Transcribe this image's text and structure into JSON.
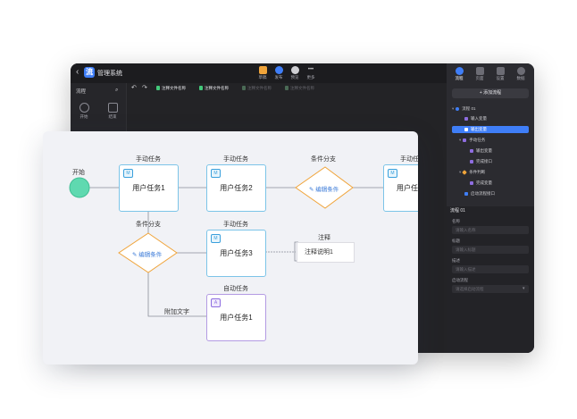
{
  "app": {
    "back_glyph": "‹",
    "logo_glyph": "流",
    "title": "管理系统",
    "toolbar": [
      {
        "label": "草稿",
        "icon": "draft-icon",
        "color": "#f0a43a"
      },
      {
        "label": "发布",
        "icon": "cloud-icon",
        "color": "#3f7ef7"
      },
      {
        "label": "预览",
        "icon": "preview-icon",
        "color": "#cfcfd3"
      },
      {
        "label": "更多",
        "icon": "more-icon",
        "color": "#cfcfd3"
      }
    ],
    "more_glyph": "•••"
  },
  "left_panel": {
    "title": "流程",
    "search_glyph": "⌕",
    "items": [
      {
        "label": "开始",
        "icon": "circle-icon"
      },
      {
        "label": "结束",
        "icon": "square-icon"
      }
    ]
  },
  "file_tabs": {
    "undo_glyph": "↶",
    "redo_glyph": "↷",
    "tabs": [
      {
        "label": "注释文件名称",
        "active": true
      },
      {
        "label": "注释文件名称",
        "active": true
      },
      {
        "label": "注释文件名称",
        "active": false
      },
      {
        "label": "注释文件名称",
        "active": false
      }
    ]
  },
  "right_panel": {
    "tabs": [
      {
        "label": "流程",
        "active": true
      },
      {
        "label": "页面",
        "active": false
      },
      {
        "label": "设置",
        "active": false
      },
      {
        "label": "数据",
        "active": false
      }
    ],
    "add_button": "+ 添加流程",
    "tree": [
      {
        "label": "流程 01",
        "color": "#3f7ef7",
        "selected": false,
        "indent": 0
      },
      {
        "label": "输入变量",
        "color": "#8e6de0",
        "selected": false,
        "indent": 1
      },
      {
        "label": "输出变量",
        "color": "#8e6de0",
        "selected": true,
        "indent": 1
      },
      {
        "label": "手动任务",
        "color": "#8e6de0",
        "selected": false,
        "indent": 1
      },
      {
        "label": "输出变量",
        "color": "#8e6de0",
        "selected": false,
        "indent": 2
      },
      {
        "label": "完成接口",
        "color": "#8e6de0",
        "selected": false,
        "indent": 2
      },
      {
        "label": "条件判断",
        "color": "#f0a43a",
        "selected": false,
        "indent": 1
      },
      {
        "label": "完成变量",
        "color": "#8e6de0",
        "selected": false,
        "indent": 2
      },
      {
        "label": "启动流程接口",
        "color": "#3f7ef7",
        "selected": false,
        "indent": 1
      }
    ],
    "props": {
      "header": "流程 01",
      "fields": [
        {
          "label": "名称",
          "placeholder": "请输入名称"
        },
        {
          "label": "标题",
          "placeholder": "请输入标题"
        },
        {
          "label": "描述",
          "placeholder": "请输入描述"
        },
        {
          "label": "启动流程",
          "placeholder": "请选择启动流程"
        }
      ]
    }
  },
  "canvas": {
    "start_label": "开始",
    "nodes": [
      {
        "caption": "手动任务",
        "title": "用户任务1",
        "badge": "M"
      },
      {
        "caption": "手动任务",
        "title": "用户任务2",
        "badge": "M"
      },
      {
        "caption": "手动任务",
        "title": "用户任务3",
        "badge": "M"
      },
      {
        "caption": "自动任务",
        "title": "用户任务1",
        "badge": "A"
      },
      {
        "caption": "手动任",
        "title": "用户任",
        "badge": "M"
      }
    ],
    "conditions": [
      {
        "caption": "条件分支",
        "label": "编辑条件"
      },
      {
        "caption": "条件分支",
        "label": "编辑条件"
      }
    ],
    "edit_glyph": "✎",
    "annotation": {
      "caption": "注释",
      "text": "注释说明1"
    },
    "edge_label": "附加文字",
    "colors": {
      "start": "#5fd9b0",
      "accent": "#3aa0dc",
      "condition": "#f0a43a",
      "auto": "#8e6de0"
    }
  }
}
